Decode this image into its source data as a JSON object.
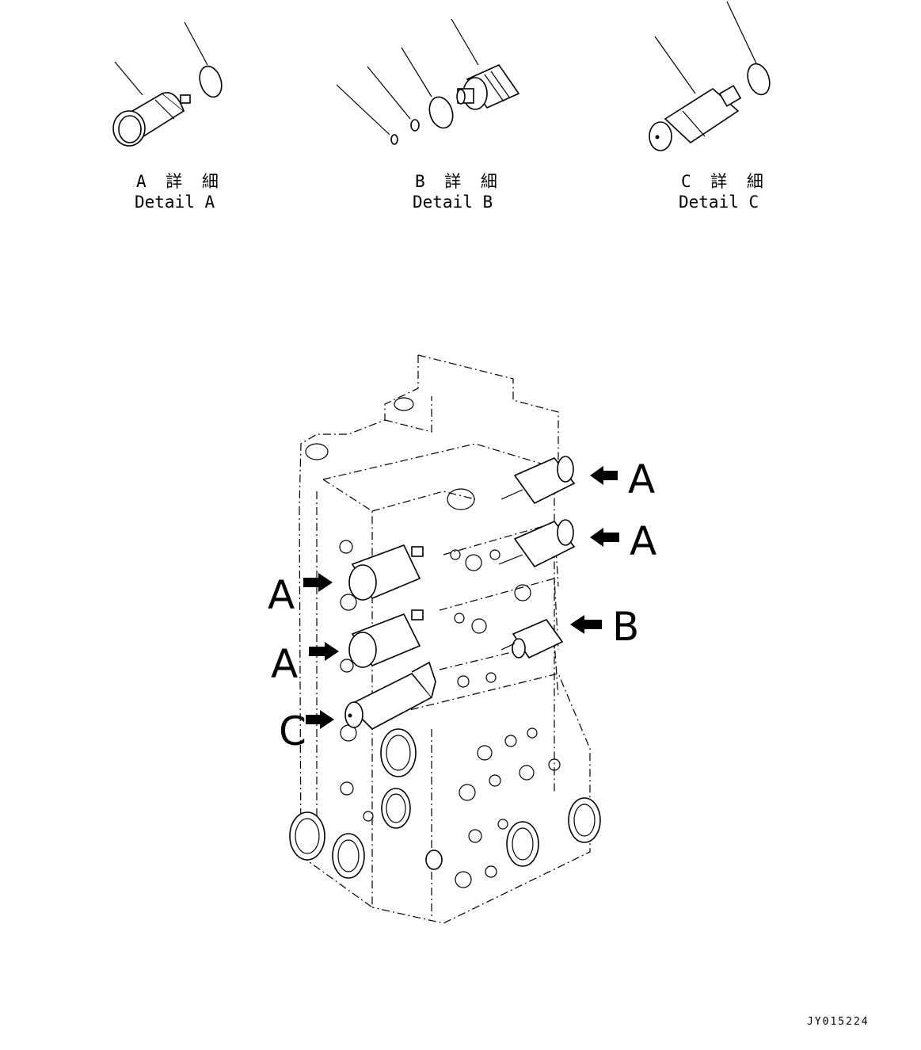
{
  "details": [
    {
      "id": "A",
      "label_jp": "A 詳 細",
      "label_en": "Detail A"
    },
    {
      "id": "B",
      "label_jp": "B 詳 細",
      "label_en": "Detail B"
    },
    {
      "id": "C",
      "label_jp": "C 詳 細",
      "label_en": "Detail C"
    }
  ],
  "callouts": [
    "A",
    "A",
    "B",
    "A",
    "A",
    "C"
  ],
  "drawing_code": "JY015224"
}
